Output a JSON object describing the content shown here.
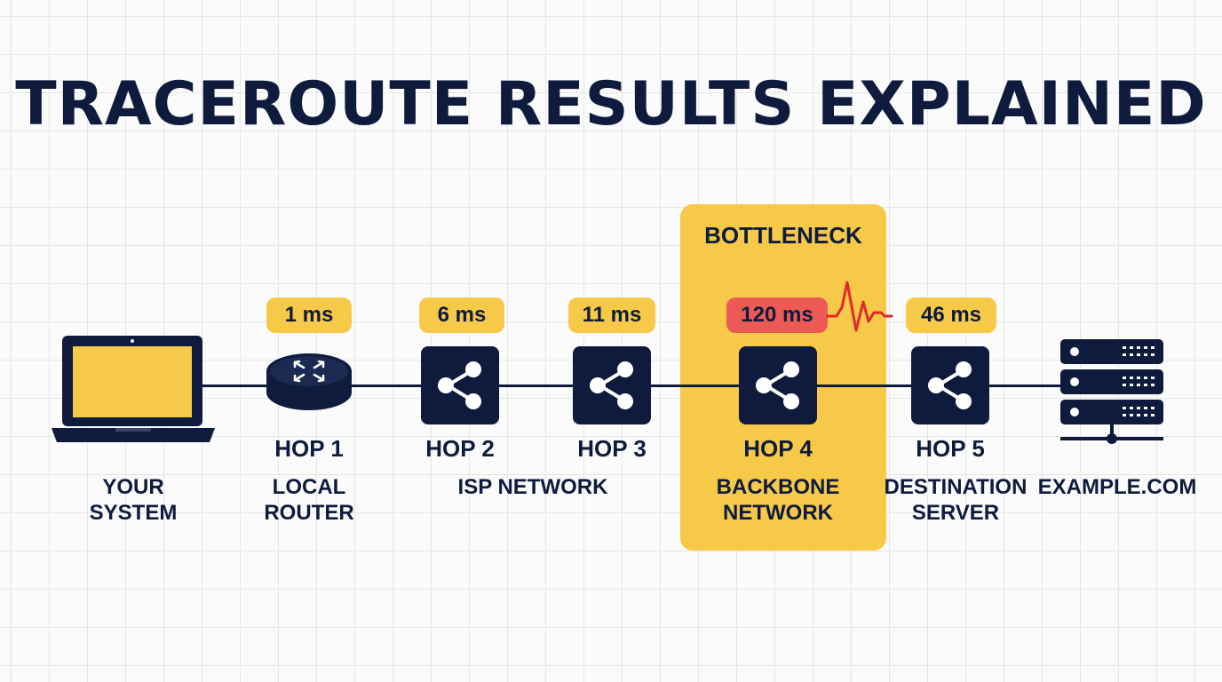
{
  "title": "TRACEROUTE RESULTS EXPLAINED",
  "bottleneck_label": "BOTTLENECK",
  "colors": {
    "navy": "#0e1b3d",
    "yellow": "#f7c948",
    "alert_red": "#ec5a55",
    "pulse_red": "#e0282a",
    "grid": "#e6e6e6"
  },
  "source": {
    "icon": "laptop-icon",
    "label_line1": "YOUR",
    "label_line2": "SYSTEM"
  },
  "hops": [
    {
      "hop": "HOP 1",
      "latency": "1 ms",
      "icon": "router-icon",
      "line1": "LOCAL",
      "line2": "ROUTER"
    },
    {
      "hop": "HOP 2",
      "latency": "6 ms",
      "icon": "share-node-icon"
    },
    {
      "hop": "HOP 3",
      "latency": "11 ms",
      "icon": "share-node-icon"
    },
    {
      "hop": "HOP 4",
      "latency": "120 ms",
      "icon": "share-node-icon",
      "line1": "BACKBONE",
      "line2": "NETWORK"
    },
    {
      "hop": "HOP 5",
      "latency": "46 ms",
      "icon": "share-node-icon",
      "line1": "DESTINATION",
      "line2": "SERVER"
    }
  ],
  "isp_label": "ISP NETWORK",
  "destination": {
    "icon": "server-rack-icon",
    "label": "EXAMPLE.COM"
  }
}
